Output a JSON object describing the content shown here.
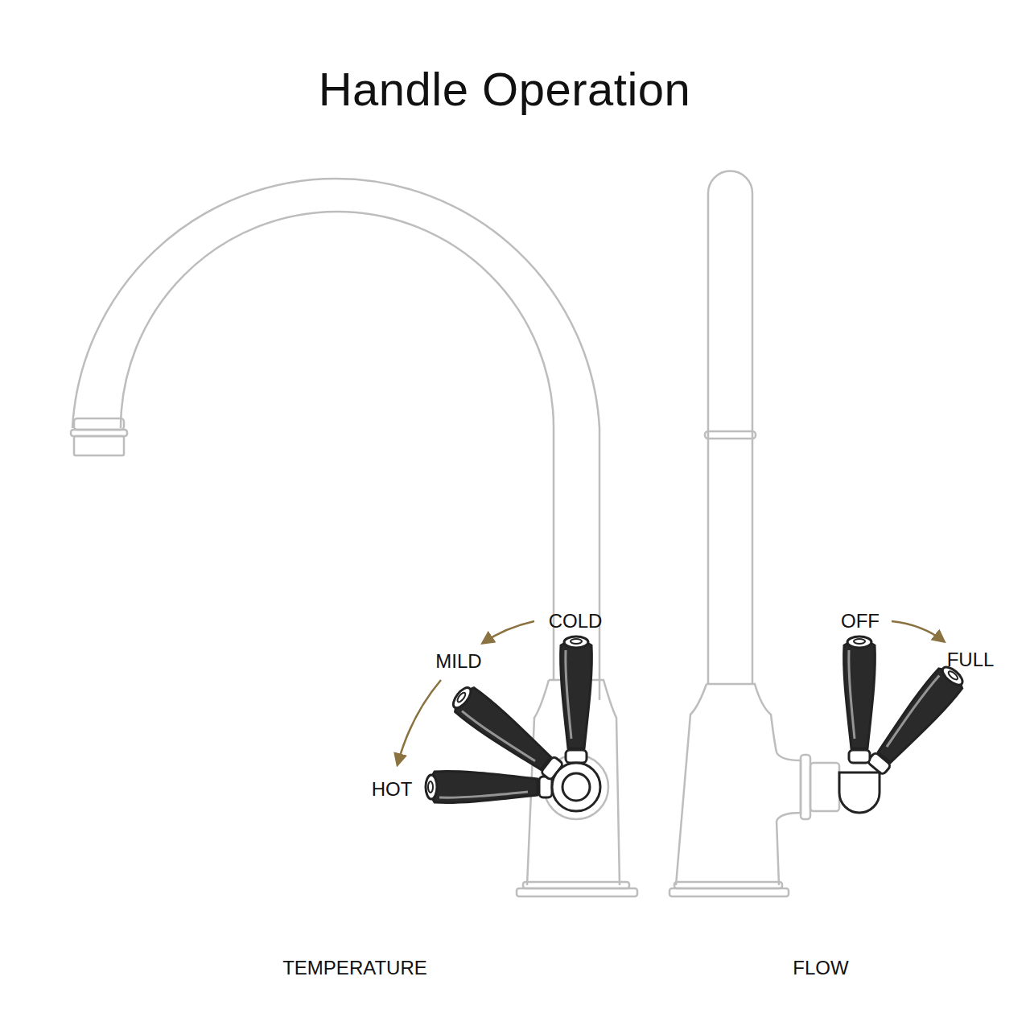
{
  "diagram": {
    "title": "Handle Operation",
    "labels": [
      "COLD",
      "MILD",
      "HOT",
      "OFF",
      "FULL",
      "TEMPERATURE",
      "FLOW"
    ]
  }
}
